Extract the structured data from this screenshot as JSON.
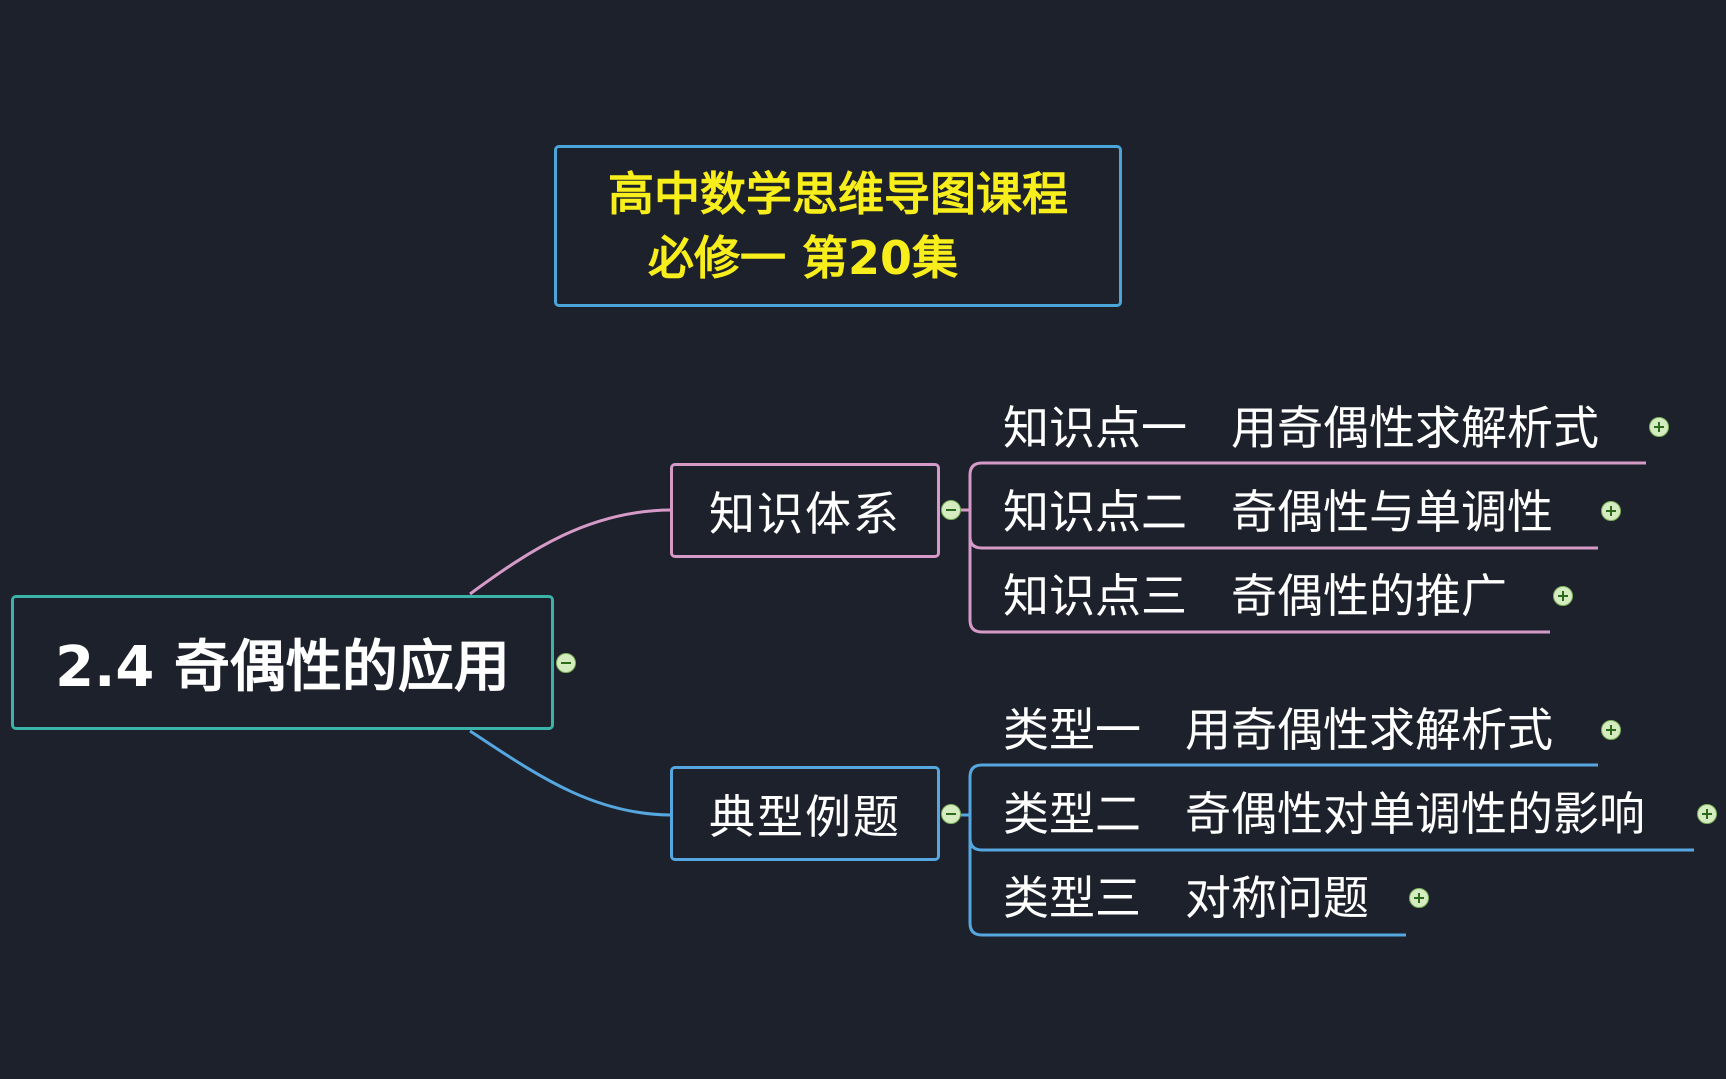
{
  "title": {
    "line1": "高中数学思维导图课程",
    "line2": "必修一 第20集"
  },
  "root": {
    "label": "2.4 奇偶性的应用"
  },
  "branches": [
    {
      "label": "知识体系",
      "color": "#d59ac8",
      "children": [
        {
          "prefix": "知识点一",
          "text": "用奇偶性求解析式"
        },
        {
          "prefix": "知识点二",
          "text": "奇偶性与单调性"
        },
        {
          "prefix": "知识点三",
          "text": "奇偶性的推广"
        }
      ]
    },
    {
      "label": "典型例题",
      "color": "#56a6e0",
      "children": [
        {
          "prefix": "类型一",
          "text": "用奇偶性求解析式"
        },
        {
          "prefix": "类型二",
          "text": "奇偶性对单调性的影响"
        },
        {
          "prefix": "类型三",
          "text": "对称问题"
        }
      ]
    }
  ],
  "colors": {
    "background": "#1d212b",
    "title_text": "#f7ee1b",
    "title_border": "#4aa6d8",
    "root_border": "#3cb3a8",
    "toggle_fill": "#d5ecc0"
  },
  "icons": {
    "collapse": "minus-circle-icon",
    "expand": "plus-circle-icon"
  }
}
